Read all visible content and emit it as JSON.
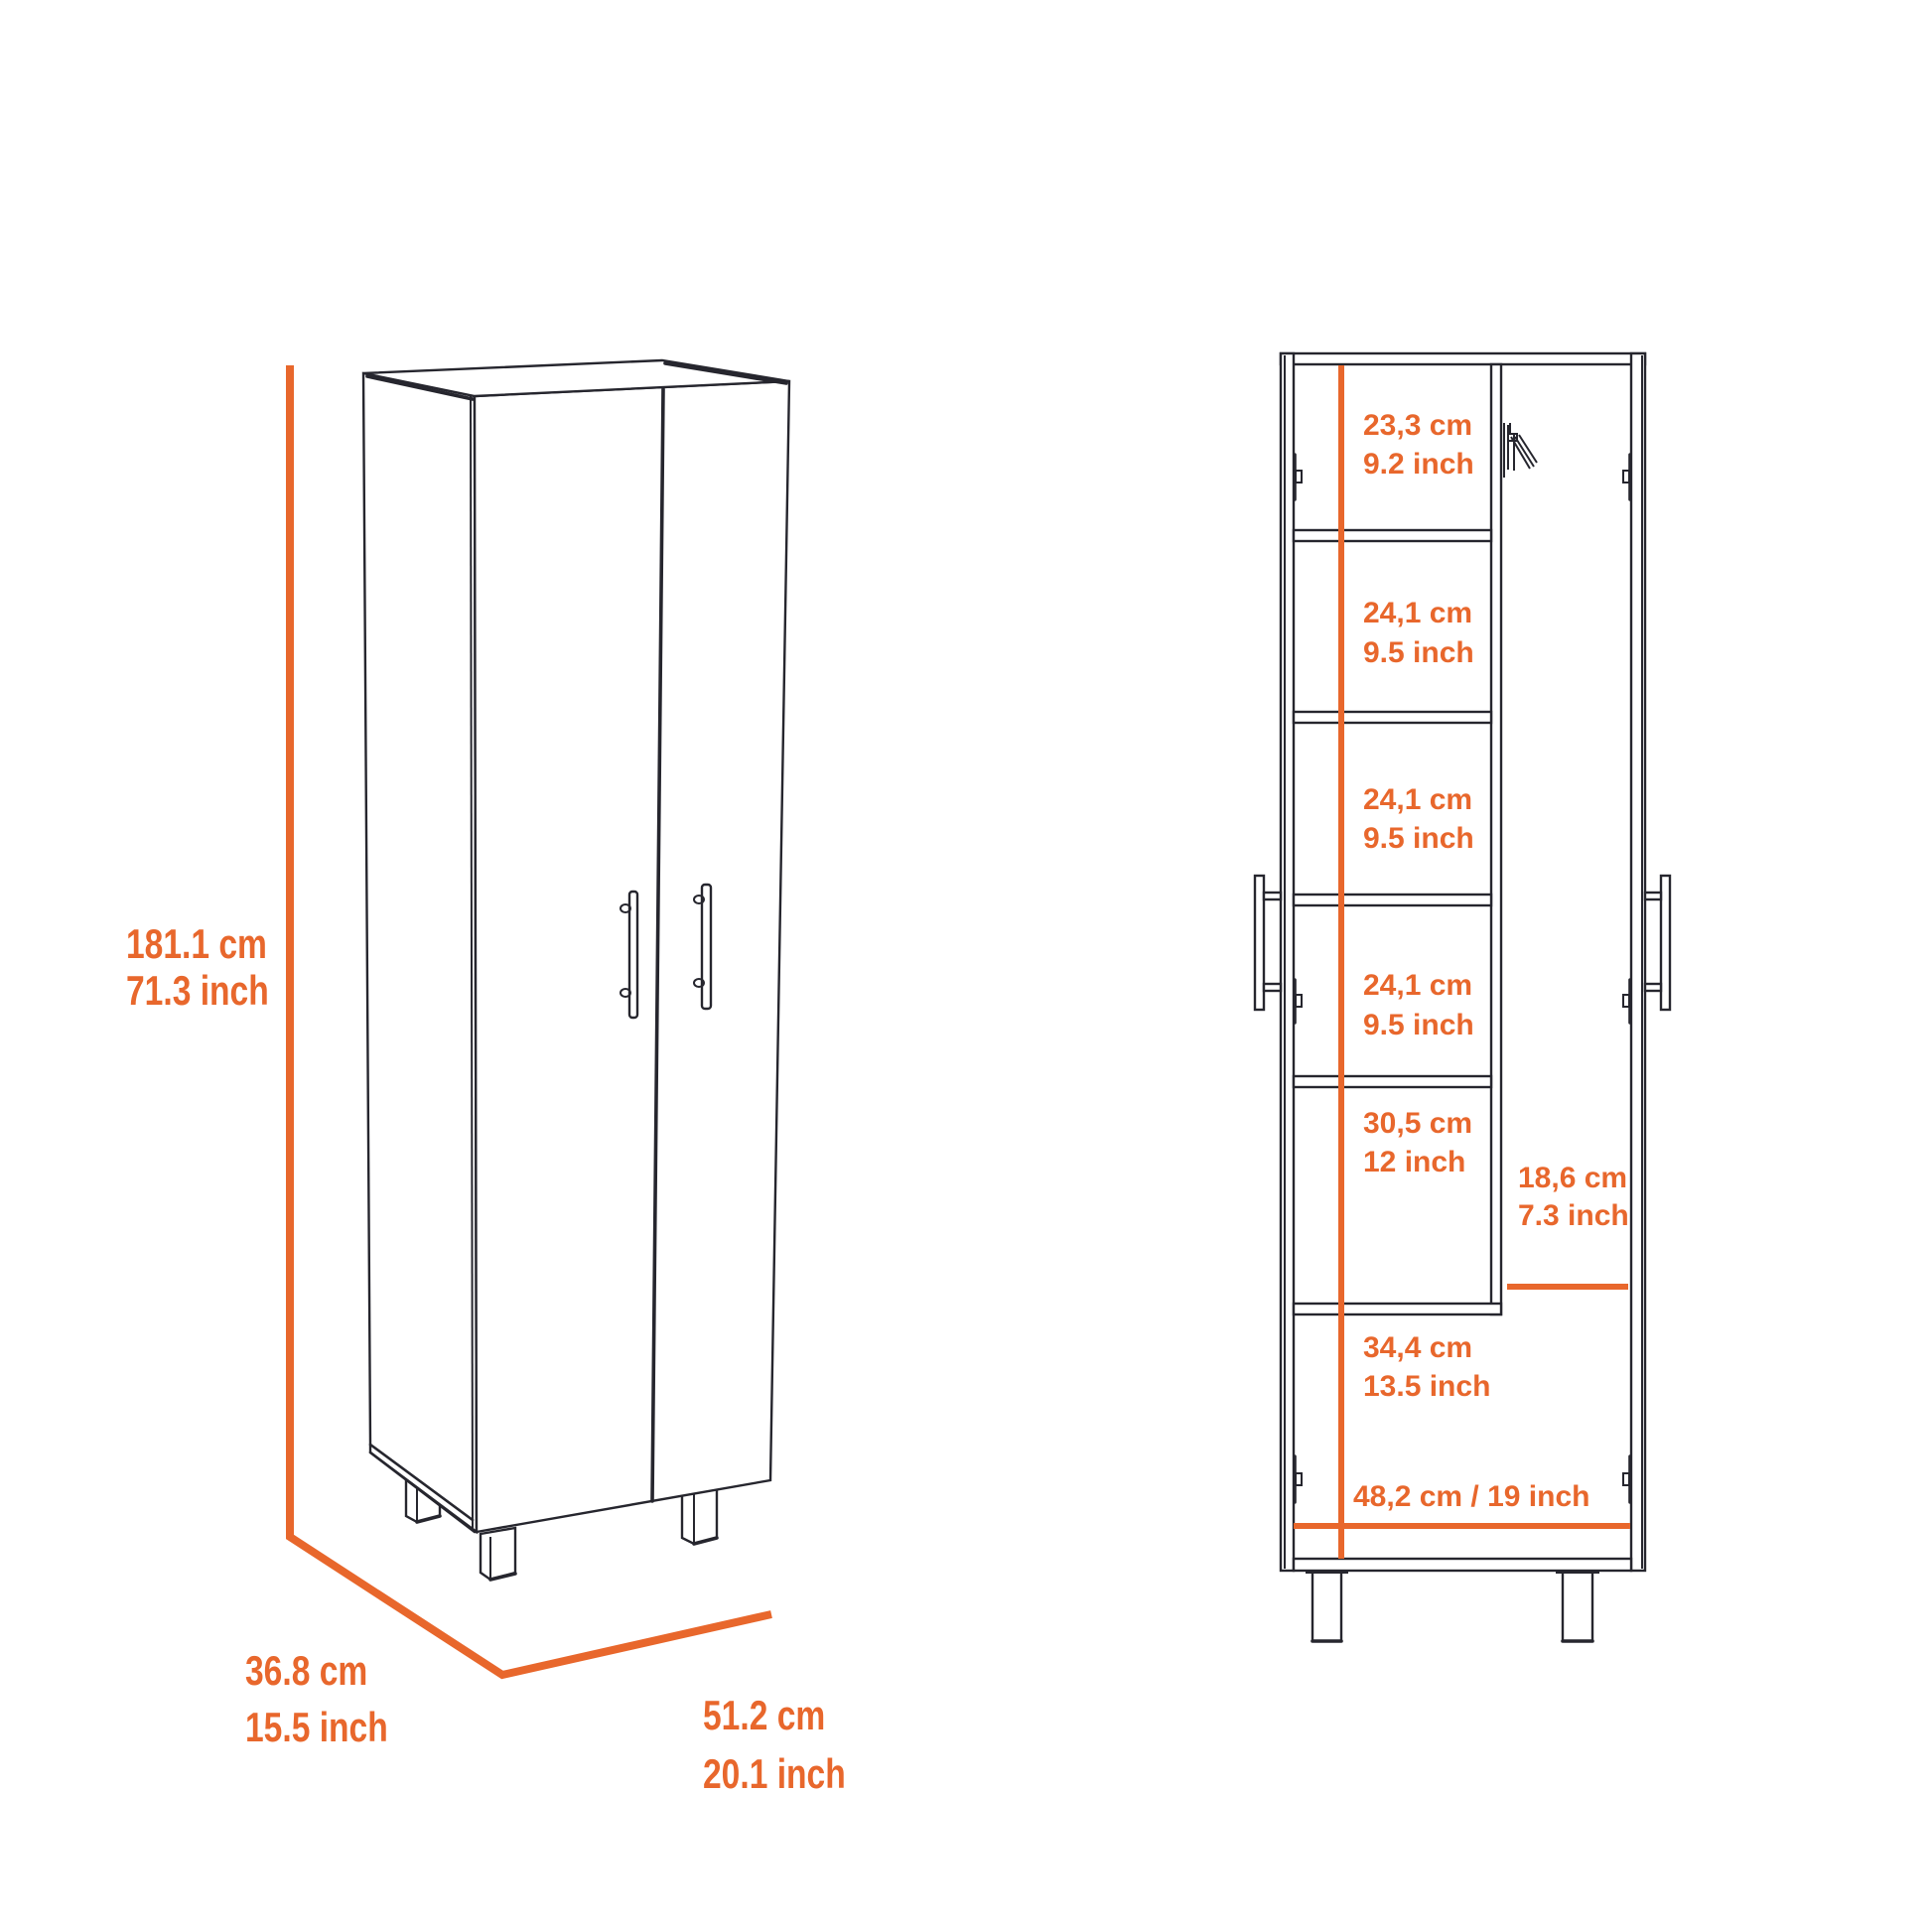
{
  "colors": {
    "dimension_accent": "#e8672c",
    "outline": "#26262e",
    "background": "#ffffff"
  },
  "perspective_view": {
    "height": {
      "cm": "181.1 cm",
      "inch": "71.3 inch"
    },
    "depth": {
      "cm": "36.8 cm",
      "inch": "15.5 inch"
    },
    "width": {
      "cm": "51.2 cm",
      "inch": "20.1 inch"
    }
  },
  "front_open_view": {
    "compartments": [
      {
        "cm": "23,3 cm",
        "inch": "9.2 inch"
      },
      {
        "cm": "24,1 cm",
        "inch": "9.5 inch"
      },
      {
        "cm": "24,1 cm",
        "inch": "9.5 inch"
      },
      {
        "cm": "24,1 cm",
        "inch": "9.5 inch"
      },
      {
        "cm": "30,5 cm",
        "inch": "12 inch"
      },
      {
        "cm": "34,4 cm",
        "inch": "13.5 inch"
      }
    ],
    "side_compartment": {
      "cm": "18,6 cm",
      "inch": "7.3 inch"
    },
    "interior_width": "48,2 cm / 19 inch"
  }
}
